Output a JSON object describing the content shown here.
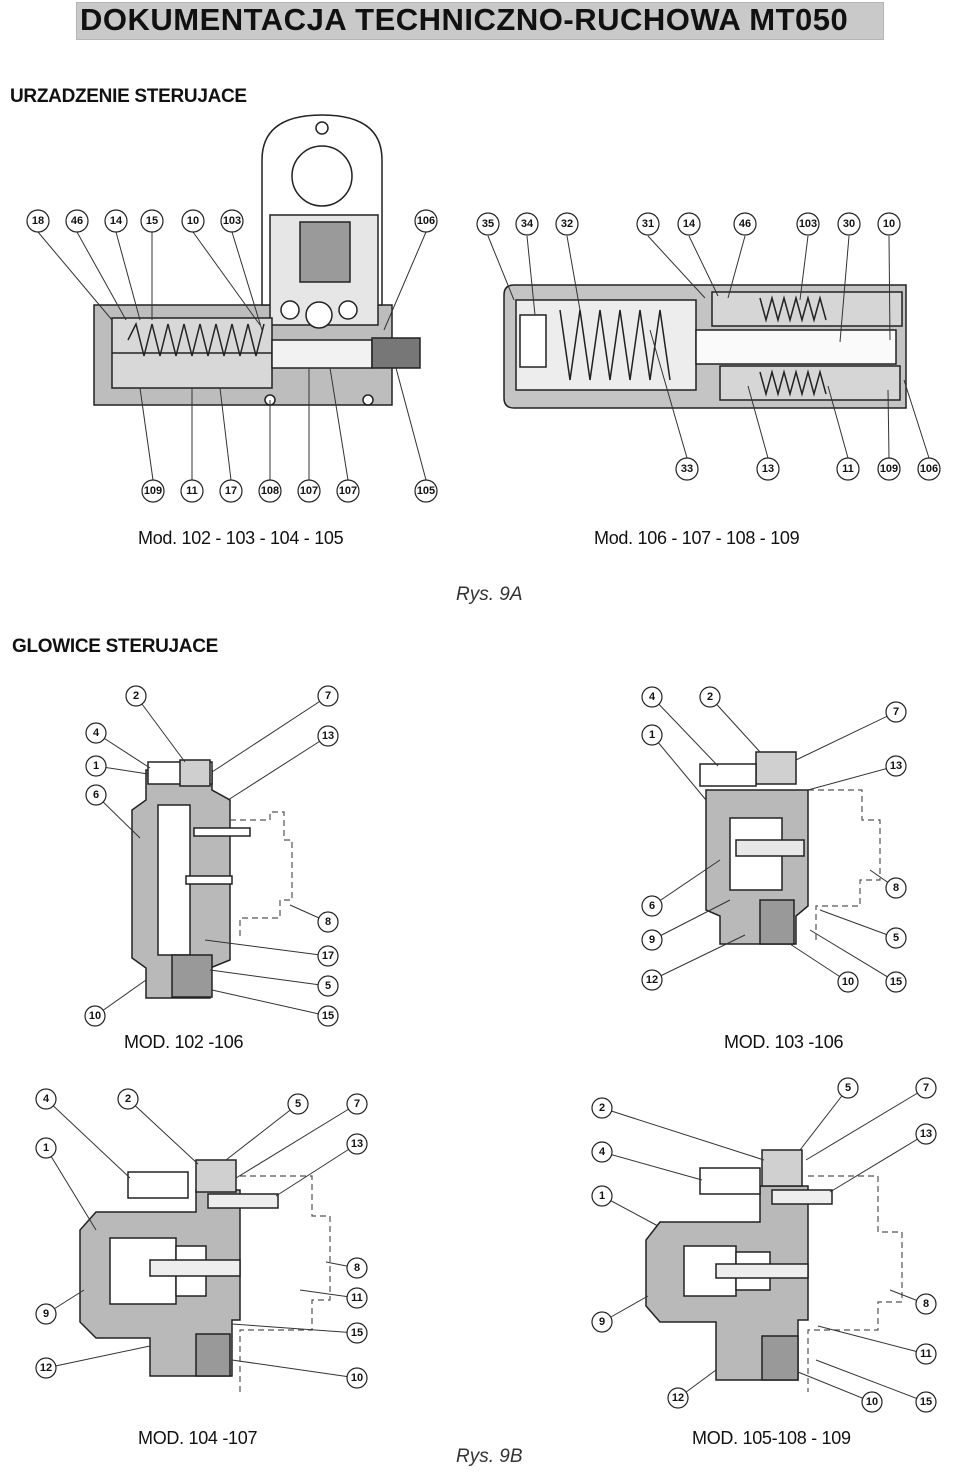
{
  "header": {
    "title": "DOKUMENTACJA TECHNICZNO-RUCHOWA MT050"
  },
  "section1": {
    "title": "URZADZENIE STERUJACE"
  },
  "section2": {
    "title": "GLOWICE STERUJACE"
  },
  "figures": {
    "fig_a": "Rys. 9A",
    "fig_b": "Rys. 9B"
  },
  "drawings": {
    "d1": {
      "caption": "Mod. 102 - 103 - 104 - 105",
      "top_labels": [
        "18",
        "46",
        "14",
        "15",
        "10",
        "103",
        "106"
      ],
      "bottom_labels": [
        "109",
        "11",
        "17",
        "108",
        "107",
        "107",
        "105"
      ]
    },
    "d2": {
      "caption": "Mod. 106 - 107 - 108 - 109",
      "top_labels": [
        "35",
        "34",
        "32",
        "31",
        "14",
        "46",
        "103",
        "30",
        "10"
      ],
      "bottom_labels": [
        "33",
        "13",
        "11",
        "109",
        "106"
      ]
    },
    "d3": {
      "caption": "MOD. 102 -106",
      "labels": [
        "2",
        "7",
        "4",
        "13",
        "1",
        "6",
        "8",
        "17",
        "5",
        "15",
        "10"
      ]
    },
    "d4": {
      "caption": "MOD. 103 -106",
      "labels": [
        "4",
        "2",
        "7",
        "1",
        "13",
        "8",
        "6",
        "5",
        "9",
        "12",
        "10",
        "15"
      ]
    },
    "d5": {
      "caption": "MOD. 104 -107",
      "labels": [
        "4",
        "2",
        "5",
        "7",
        "1",
        "13",
        "8",
        "11",
        "9",
        "15",
        "12",
        "10"
      ]
    },
    "d6": {
      "caption": "MOD. 105-108 - 109",
      "labels": [
        "5",
        "7",
        "2",
        "13",
        "4",
        "1",
        "8",
        "9",
        "11",
        "12",
        "10",
        "15"
      ]
    }
  }
}
